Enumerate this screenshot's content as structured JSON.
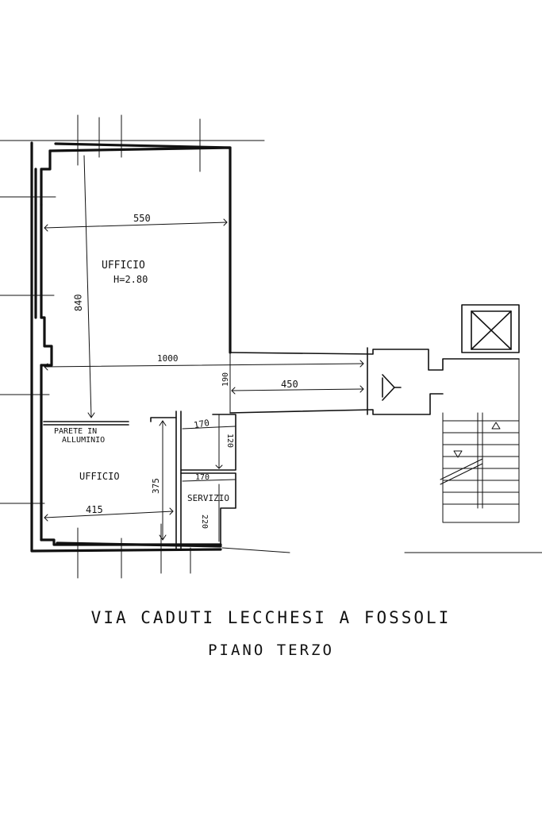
{
  "rooms": {
    "office_top": "UFFICIO",
    "office_top_height": "H=2.80",
    "office_bottom": "UFFICIO",
    "services": "SERVIZIO",
    "partition_line1": "PARETE IN",
    "partition_line2": "ALLUMINIO"
  },
  "dimensions": {
    "d550": "550",
    "d840": "840",
    "d1000": "1000",
    "d190": "190",
    "d450": "450",
    "d170a": "170",
    "d120": "120",
    "d170b": "170",
    "d375": "375",
    "d415": "415",
    "d220": "220"
  },
  "caption": {
    "line1": "VIA CADUTI LECCHESI A FOSSOLI",
    "line2": "PIANO TERZO"
  }
}
